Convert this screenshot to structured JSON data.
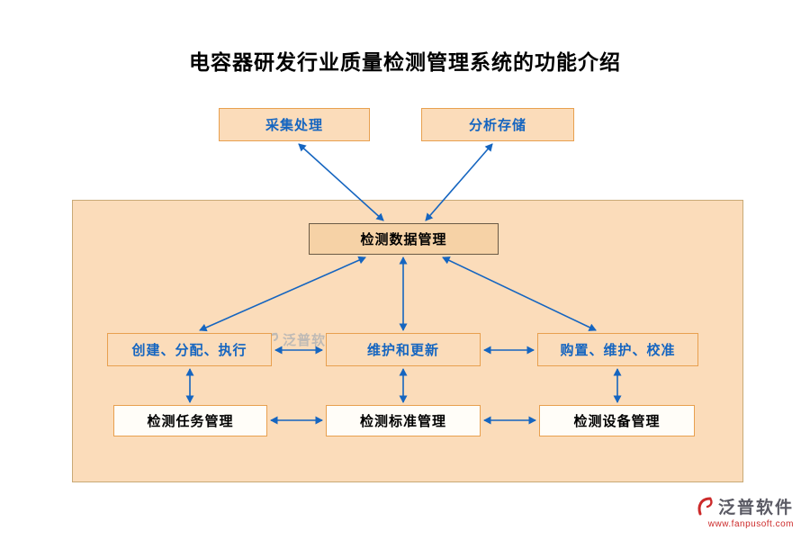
{
  "title": "电容器研发行业质量检测管理系统的功能介绍",
  "diagram": {
    "top_nodes": [
      {
        "label": "采集处理"
      },
      {
        "label": "分析存储"
      }
    ],
    "center_node": {
      "label": "检测数据管理"
    },
    "middle_nodes": [
      {
        "label": "创建、分配、执行"
      },
      {
        "label": "维护和更新"
      },
      {
        "label": "购置、维护、校准"
      }
    ],
    "bottom_nodes": [
      {
        "label": "检测任务管理"
      },
      {
        "label": "检测标准管理"
      },
      {
        "label": "检测设备管理"
      }
    ]
  },
  "watermark": {
    "text": "泛普软件"
  },
  "footer": {
    "brand": "泛普软件",
    "url": "www.fanpusoft.com"
  },
  "icons": {
    "watermark_logo": "fanpu-swirl-icon",
    "footer_logo": "fanpu-swirl-icon"
  },
  "colors": {
    "accent_blue": "#1565c0",
    "border_orange": "#e8a04f",
    "panel_fill": "#fbdcba",
    "panel_border": "#c9a976",
    "node_fill": "#fbdcba",
    "center_fill": "#f6d2a6",
    "center_border": "#6b5b45",
    "bottom_fill": "#fffdf8",
    "title_color": "#000000",
    "watermark_gray": "#b5b5b5",
    "brand_gray": "#5a5a64",
    "brand_red": "#cc2a2a"
  }
}
